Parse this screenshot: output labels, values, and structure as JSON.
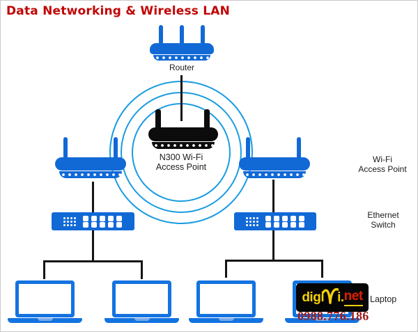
{
  "title": "Data Networking & Wireless LAN",
  "labels": {
    "router": "Router",
    "center_ap": [
      "N300 Wi-Fi",
      "Access Point"
    ],
    "wifi_ap": [
      "Wi-Fi",
      "Access Point"
    ],
    "ethernet_switch": [
      "Ethernet",
      "Switch"
    ],
    "laptop": "Laptop"
  },
  "branding": {
    "logo_digi": "digi",
    "logo_i": "i.",
    "logo_net": "net",
    "phone": "0988.776.186"
  },
  "colors": {
    "title_red": "#c10505",
    "device_blue": "#1169d6",
    "laptop_blue": "#1373e0",
    "signal_circle_blue": "#1a9ce1",
    "cable_black": "#141414",
    "logo_bg": "#050505",
    "logo_yellow": "#f4cf0a",
    "logo_net_red": "#d42105",
    "phone_red": "#9e1b1b"
  }
}
